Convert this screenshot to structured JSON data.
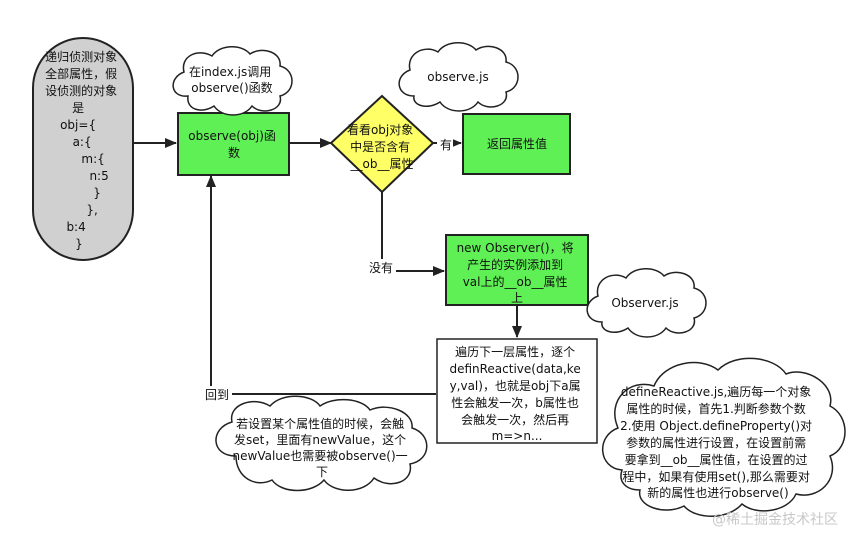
{
  "colors": {
    "process_fill": "#5ef054",
    "decision_fill": "#ffff66",
    "start_fill": "#d0d0d0",
    "stroke": "#222222",
    "background": "#ffffff",
    "watermark": "#c8c8c8"
  },
  "nodes": {
    "start": {
      "lines": [
        "递归侦测对象",
        "全部属性，假",
        "设侦测的对象",
        "是",
        "obj={",
        "a:{",
        "m:{",
        "n:5",
        "}",
        "},",
        "b:4",
        "}"
      ]
    },
    "observe_fn": {
      "lines": [
        "observe(obj)函",
        "数"
      ]
    },
    "decision": {
      "lines": [
        "看看obj对象",
        "中是否含有",
        "__ob__属性"
      ]
    },
    "return_value": {
      "lines": [
        "返回属性值"
      ]
    },
    "new_observer": {
      "lines": [
        "new Observer()，将",
        "产生的实例添加到",
        "val上的__ob__属性",
        "上"
      ]
    },
    "traverse": {
      "lines": [
        "遍历下一层属性，逐个",
        "definReactive(data,ke",
        "y,val)，也就是obj下a属",
        "性会触发一次，b属性也",
        "会触发一次，然后再",
        "m=>n..."
      ]
    }
  },
  "clouds": {
    "index_js": {
      "lines": [
        "在index.js调用",
        "observe()函数"
      ]
    },
    "observe_js": {
      "lines": [
        "observe.js"
      ]
    },
    "observer_js": {
      "lines": [
        "Observer.js"
      ]
    },
    "set_note": {
      "lines": [
        "若设置某个属性值的时候，会触",
        "发set，里面有newValue，这个",
        "newValue也需要被observe()一",
        "下"
      ]
    },
    "define_reactive": {
      "lines": [
        "defineReactive.js,遍历每一个对象",
        "属性的时候，首先1.判断参数个数",
        "2.使用 Object.defineProperty()对",
        "参数的属性进行设置，在设置前需",
        "要拿到__ob__属性值，在设置的过",
        "程中，如果有使用set(),那么需要对",
        "新的属性也进行observe()"
      ]
    }
  },
  "edge_labels": {
    "yes": "有",
    "no": "没有",
    "back": "回到"
  },
  "watermark": "@稀土掘金技术社区"
}
